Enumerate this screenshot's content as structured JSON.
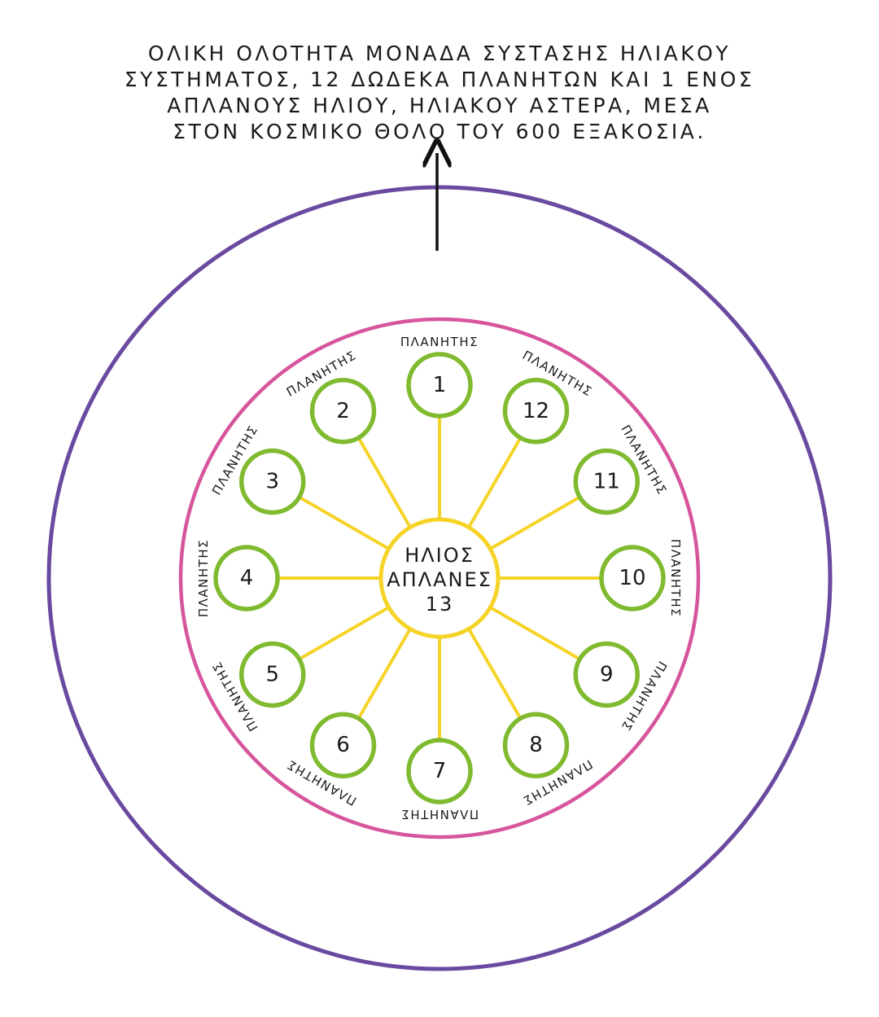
{
  "caption": {
    "lines": [
      "ΟΛΙΚΗ ΟΛΟΤΗΤΑ ΜΟΝΑΔΑ ΣΥΣΤΑΣΗΣ ΗΛΙΑΚΟΥ",
      "ΣΥΣΤΗΜΑΤΟΣ, 12 ΔΩΔΕΚΑ ΠΛΑΝΗΤΩΝ ΚΑΙ 1 ΕΝΟΣ",
      "ΑΠΛΑΝΟΥΣ ΗΛΙΟΥ, ΗΛΙΑΚΟΥ ΑΣΤΕΡΑ, ΜΕΣΑ",
      "ΣΤΟΝ ΚΟΣΜΙΚΟ ΘΟΛΟ ΤΟΥ 600 ΕΞΑΚΟΣΙΑ."
    ]
  },
  "sun": {
    "line1": "ΗΛΙΟΣ",
    "line2": "ΑΠΛΑΝΕΣ",
    "line3": "13"
  },
  "planets": [
    {
      "number": "1",
      "label": "ΠΛΑΝΗΤΗΣ"
    },
    {
      "number": "2",
      "label": "ΠΛΑΝΗΤΗΣ"
    },
    {
      "number": "3",
      "label": "ΠΛΑΝΗΤΗΣ"
    },
    {
      "number": "4",
      "label": "ΠΛΑΝΗΤΗΣ"
    },
    {
      "number": "5",
      "label": "ΠΛΑΝΗΤΗΣ"
    },
    {
      "number": "6",
      "label": "ΠΛΑΝΗΤΗΣ"
    },
    {
      "number": "7",
      "label": "ΠΛΑΝΗΤΗΣ"
    },
    {
      "number": "8",
      "label": "ΠΛΑΝΗΤΗΣ"
    },
    {
      "number": "9",
      "label": "ΠΛΑΝΗΤΗΣ"
    },
    {
      "number": "10",
      "label": "ΠΛΑΝΗΤΗΣ"
    },
    {
      "number": "11",
      "label": "ΠΛΑΝΗΤΗΣ"
    },
    {
      "number": "12",
      "label": "ΠΛΑΝΗΤΗΣ"
    }
  ],
  "colors": {
    "outer_ring": "#6a4aa0",
    "inner_ring": "#d6559c",
    "planet_ring": "#7fba2f",
    "spokes": "#f5d327",
    "sun_ring": "#f5d327",
    "arrow": "#111111"
  }
}
